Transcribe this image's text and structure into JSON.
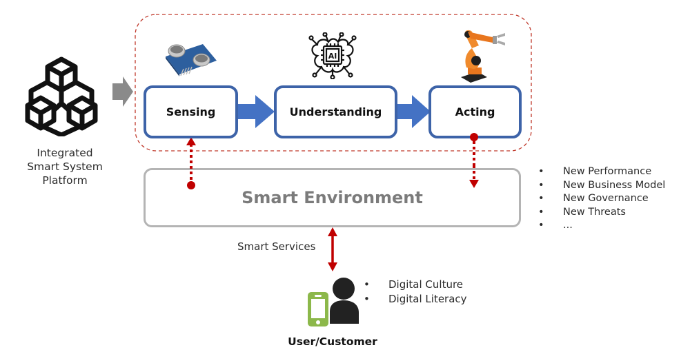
{
  "platform": {
    "label_lines": [
      "Integrated",
      "Smart System",
      "Platform"
    ],
    "icon": "cubes-network-icon"
  },
  "pipeline": {
    "stages": [
      {
        "label": "Sensing",
        "icon": "ultrasonic-sensor-icon"
      },
      {
        "label": "Understanding",
        "icon": "ai-chip-brain-icon"
      },
      {
        "label": "Acting",
        "icon": "robot-arm-icon"
      }
    ],
    "border_color": "#3d63a8",
    "group_border_color": "#c0392b"
  },
  "environment": {
    "label": "Smart Environment",
    "outcomes": [
      "New Performance",
      "New Business Model",
      "New Governance",
      "New Threats",
      "..."
    ],
    "bullet": "•"
  },
  "services": {
    "label": "Smart Services"
  },
  "user": {
    "label": "User/Customer",
    "traits": [
      "Digital Culture",
      "Digital Literacy"
    ],
    "bullet": "•",
    "phone_color": "#8cb84a",
    "person_color": "#222222"
  },
  "colors": {
    "accent_red": "#c00000",
    "stage_blue": "#3d63a8",
    "arrow_blue": "#4472c4",
    "env_gray": "#b4b4b4",
    "platform_arrow_gray": "#8a8a8a"
  }
}
